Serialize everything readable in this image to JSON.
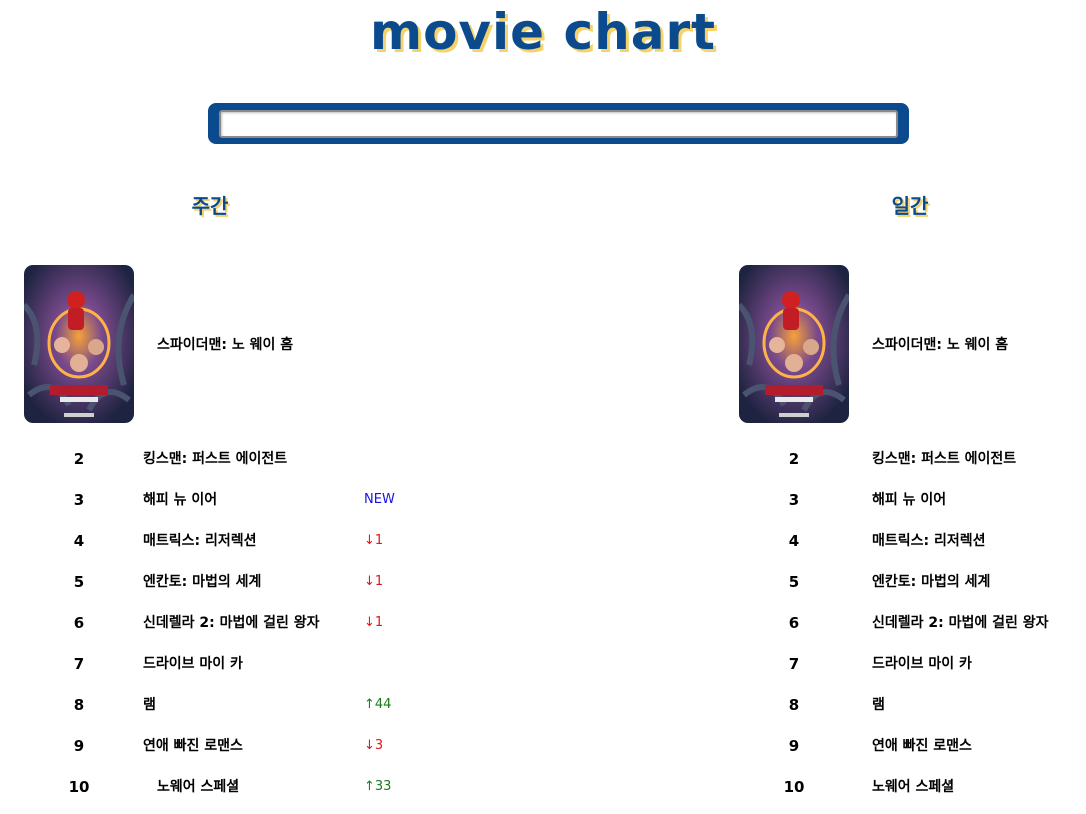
{
  "header": {
    "title": "movie chart"
  },
  "search": {
    "value": "",
    "placeholder": ""
  },
  "weekly": {
    "heading": "주간",
    "first": {
      "title": "스파이더맨: 노 웨이 홈",
      "poster_alt": "스파이더맨: 노 웨이 홈"
    },
    "rows": [
      {
        "rank": "2",
        "title": "킹스맨: 퍼스트 에이전트",
        "change": "",
        "change_type": "none"
      },
      {
        "rank": "3",
        "title": "해피 뉴 이어",
        "change": "NEW",
        "change_type": "new"
      },
      {
        "rank": "4",
        "title": "매트릭스: 리저렉션",
        "change": "↓1",
        "change_type": "down"
      },
      {
        "rank": "5",
        "title": "엔칸토: 마법의 세계",
        "change": "↓1",
        "change_type": "down"
      },
      {
        "rank": "6",
        "title": "신데렐라 2: 마법에 걸린 왕자",
        "change": "↓1",
        "change_type": "down"
      },
      {
        "rank": "7",
        "title": "드라이브 마이 카",
        "change": "",
        "change_type": "none"
      },
      {
        "rank": "8",
        "title": "램",
        "change": "↑44",
        "change_type": "up"
      },
      {
        "rank": "9",
        "title": "연애 빠진 로맨스",
        "change": "↓3",
        "change_type": "down"
      },
      {
        "rank": "10",
        "title": "노웨어 스페셜",
        "change": "↑33",
        "change_type": "up"
      }
    ]
  },
  "daily": {
    "heading": "일간",
    "first": {
      "title": "스파이더맨: 노 웨이 홈",
      "poster_alt": "스파이더맨: 노 웨이 홈"
    },
    "rows": [
      {
        "rank": "2",
        "title": "킹스맨: 퍼스트 에이전트"
      },
      {
        "rank": "3",
        "title": "해피 뉴 이어"
      },
      {
        "rank": "4",
        "title": "매트릭스: 리저렉션"
      },
      {
        "rank": "5",
        "title": "엔칸토: 마법의 세계"
      },
      {
        "rank": "6",
        "title": "신데렐라 2: 마법에 걸린 왕자"
      },
      {
        "rank": "7",
        "title": "드라이브 마이 카"
      },
      {
        "rank": "8",
        "title": "램"
      },
      {
        "rank": "9",
        "title": "연애 빠진 로맨스"
      },
      {
        "rank": "10",
        "title": "노웨어 스페셜"
      }
    ]
  },
  "colors": {
    "brand": "#0b4a8c",
    "title_shadow": "#f5d36a",
    "rank_up": "#1a7a1a",
    "rank_down": "#e01616",
    "rank_new": "#1414e6"
  }
}
